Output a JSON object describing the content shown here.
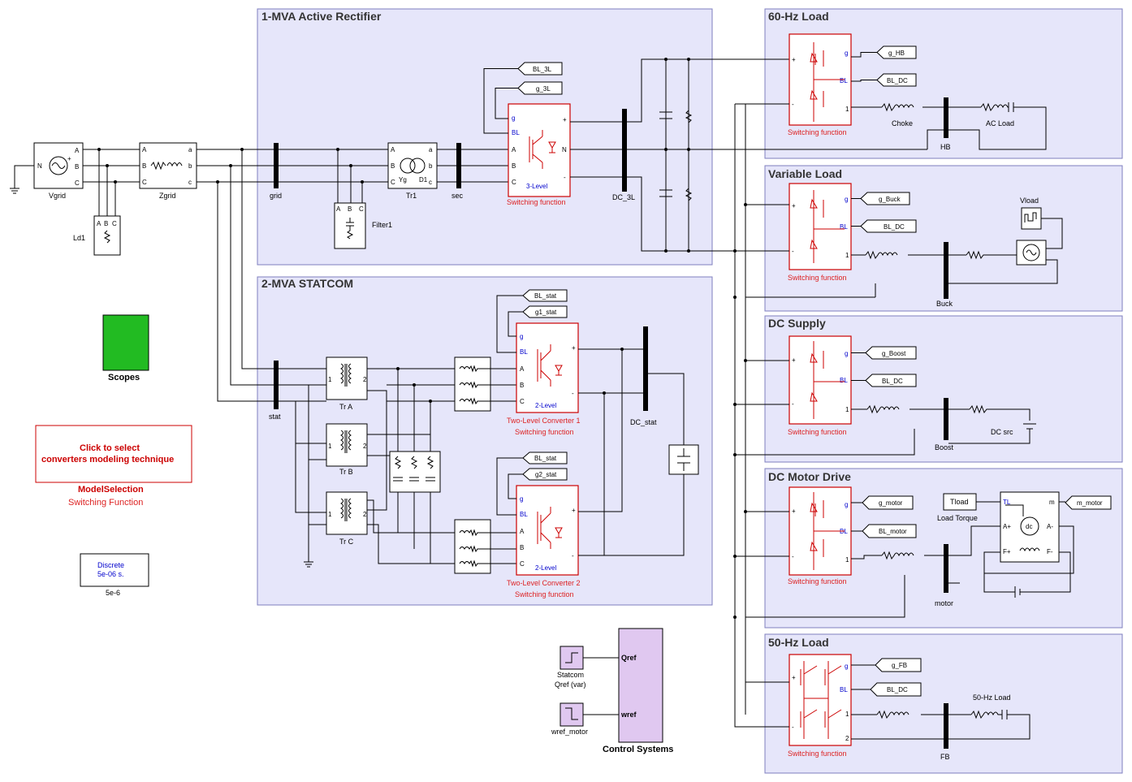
{
  "subsystems": {
    "rectifier": "1-MVA Active Rectifier",
    "statcom": "2-MVA STATCOM",
    "load60": "60-Hz Load",
    "varload": "Variable Load",
    "dcsupply": "DC Supply",
    "dcmotor": "DC Motor Drive",
    "load50": "50-Hz Load"
  },
  "blocks": {
    "vgrid": "Vgrid",
    "zgrid": "Zgrid",
    "ld1": "Ld1",
    "grid_bus": "grid",
    "filter1": "Filter1",
    "tr1": "Tr1",
    "sec_bus": "sec",
    "dc3l": "DC_3L",
    "scopes": "Scopes",
    "stat_bus": "stat",
    "trA": "Tr A",
    "trB": "Tr B",
    "trC": "Tr C",
    "dcstat": "DC_stat",
    "choke": "Choke",
    "acload": "AC Load",
    "hb": "HB",
    "vload": "Vload",
    "buck": "Buck",
    "boost": "Boost",
    "dcsrc": "DC src",
    "tload": "Tload",
    "loadtorque": "Load Torque",
    "motor": "motor",
    "fb": "FB",
    "load50hz": "50-Hz Load",
    "statcom_qref": "Statcom\nQref (var)",
    "statcom_qref_l1": "Statcom",
    "statcom_qref_l2": "Qref (var)",
    "wref_motor": "wref_motor",
    "control": "Control Systems",
    "qref_port": "Qref",
    "wref_port": "wref"
  },
  "converters": {
    "three_level": "3-Level",
    "two_level": "2-Level",
    "switching_function": "Switching function",
    "conv1": "Two-Level Converter 1",
    "conv2": "Two-Level Converter 2"
  },
  "gotos": {
    "bl3l": "BL_3L",
    "g3l": "g_3L",
    "blstat1": "BL_stat",
    "g1stat": "g1_stat",
    "blstat2": "BL_stat",
    "g2stat": "g2_stat",
    "ghb": "g_HB",
    "bldc1": "BL_DC",
    "gbuck": "g_Buck",
    "bldc2": "BL_DC",
    "gboost": "g_Boost",
    "bldc3": "BL_DC",
    "gmotor": "g_motor",
    "blmotor": "BL_motor",
    "mmotor": "m_motor",
    "gfb": "g_FB",
    "bldc4": "BL_DC"
  },
  "model_selection": {
    "line1": "Click to select",
    "line2": "converters modeling technique",
    "name": "ModelSelection",
    "mode": "Switching Function"
  },
  "powergui": {
    "line1": "Discrete",
    "line2": "5e-06 s.",
    "caption": "5e-6"
  },
  "colors": {
    "subsystem_fill": "#e6e6fa",
    "converter_red": "#cc0000",
    "scope_green": "#22aa22",
    "port_blue": "#0000cc"
  }
}
